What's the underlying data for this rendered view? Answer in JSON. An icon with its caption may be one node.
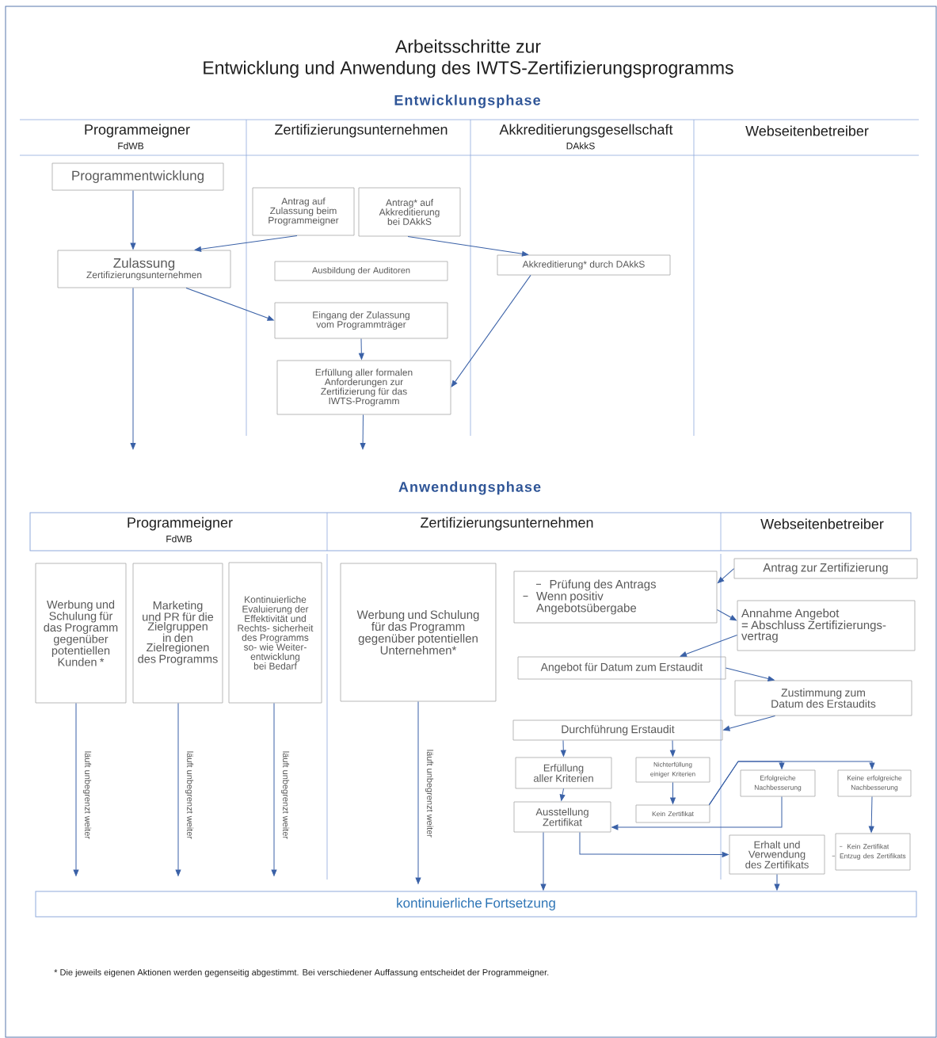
{
  "diagram": {
    "title": "Arbeitsschritte zur Entwicklung und Anwendung des IWTS-Zertifizierungsprogramms",
    "nodes": [
      {
        "text": [
          "Programmentwicklung"
        ]
      },
      {
        "text": [
          "Zulassung",
          "Zertifizierungsunternehmen"
        ]
      },
      {
        "text": [
          "Antrag auf Zulassung beim Programmeigner"
        ]
      },
      {
        "text": [
          "Antrag* auf Akkreditierung bei DAkkS"
        ]
      },
      {
        "text": [
          "Ausbildung der Auditoren"
        ]
      },
      {
        "text": [
          "Akkreditierung* durch DAkkS"
        ]
      },
      {
        "text": [
          "Eingang der Zulassung vom Programmträger"
        ]
      },
      {
        "text": [
          "Erfüllung aller formalen Anforderungen zur Zertifizierung für das IWTS-Programm"
        ]
      },
      {
        "text": [
          "Werbung und Schulung für das Programm gegenüber potentiellen Kunden *"
        ]
      },
      {
        "text": [
          "Marketing und PR für die Zielgruppen in den Zielregionen des Programms"
        ]
      },
      {
        "text": [
          "Kontinuierliche Evaluierung der Effektivität und Rechts- sicherheit des Programms so- wie Weiter- entwicklung bei Bedarf"
        ]
      },
      {
        "text": [
          "Werbung und Schulung für das Programm gegenüber potentiellen Unternehmen*"
        ]
      },
      {
        "text": [
          "kontinuierliche Fortsetzung"
        ]
      },
      {
        "text": [
          "Prüfung des Antrags",
          "Wenn positiv Angebotsübergabe"
        ]
      },
      {
        "text": [
          "Antrag zur Zertifizierung"
        ]
      },
      {
        "text": [
          "Annahme Angebot",
          "= Abschluss Zertifizierungs- vertrag"
        ]
      },
      {
        "text": [
          "Angebot für Datum zum Erstaudit"
        ]
      },
      {
        "text": [
          "Zustimmung zum Datum des Erstaudits"
        ]
      },
      {
        "text": [
          "Durchführung Erstaudit"
        ]
      },
      {
        "text": [
          "Erfüllung aller Kriterien"
        ]
      },
      {
        "text": [
          "Nichterfüllung einiger Kriterien"
        ]
      },
      {
        "text": [
          "Erfolgreiche Nachbesserung"
        ]
      },
      {
        "text": [
          "Keine erfolgreiche Nachbesserung"
        ]
      },
      {
        "text": [
          "Ausstellung Zertifikat"
        ]
      },
      {
        "text": [
          "Kein Zertifikat"
        ]
      },
      {
        "text": [
          "Erhalt und Verwendung des Zertifikats"
        ]
      },
      {
        "text": [
          "Kein Zertifikat",
          "Entzug des Zertifikats"
        ]
      }
    ],
    "edges": [
      {
        "from": 0,
        "to": 1,
        "arrow": "to"
      },
      {
        "from": 2,
        "to": 1,
        "arrow": "to"
      },
      {
        "from": 3,
        "to": 5,
        "arrow": "to"
      },
      {
        "from": 1,
        "to": 6,
        "arrow": "to"
      },
      {
        "from": 6,
        "to": 7,
        "arrow": "to"
      },
      {
        "from": 5,
        "to": 7,
        "arrow": "to"
      },
      {
        "from": 1,
        "to": null,
        "arrow": "to"
      },
      {
        "from": 7,
        "to": null,
        "arrow": "to"
      },
      {
        "from": 8,
        "to": 12,
        "arrow": "to",
        "label": "läuft unbegrenzt weiter"
      },
      {
        "from": 9,
        "to": 12,
        "arrow": "to",
        "label": "läuft unbegrenzt weiter"
      },
      {
        "from": 10,
        "to": 12,
        "arrow": "to",
        "label": "läuft unbegrenzt weiter"
      },
      {
        "from": 11,
        "to": 12,
        "arrow": "to",
        "label": "läuft unbegrenzt weiter"
      },
      {
        "from": 14,
        "to": 13,
        "arrow": "to"
      },
      {
        "from": 13,
        "to": 15,
        "arrow": "to"
      },
      {
        "from": 15,
        "to": 16,
        "arrow": "to"
      },
      {
        "from": 16,
        "to": 17,
        "arrow": "to"
      },
      {
        "from": 17,
        "to": 18,
        "arrow": "to"
      },
      {
        "from": 18,
        "to": 19,
        "arrow": "to"
      },
      {
        "from": 18,
        "to": 20,
        "arrow": "to"
      },
      {
        "from": 20,
        "to": 24,
        "arrow": "to"
      },
      {
        "from": 24,
        "to": 21,
        "arrow": "to"
      },
      {
        "from": 24,
        "to": 22,
        "arrow": "to"
      },
      {
        "from": 19,
        "to": 23,
        "arrow": "to"
      },
      {
        "from": 21,
        "to": 23,
        "arrow": "to"
      },
      {
        "from": 22,
        "to": 26,
        "arrow": "to"
      },
      {
        "from": 23,
        "to": 12,
        "arrow": "to"
      },
      {
        "from": 23,
        "to": 25,
        "arrow": "to"
      },
      {
        "from": 25,
        "to": 12,
        "arrow": "to"
      }
    ],
    "labels": [
      "Entwicklungsphase",
      "Programmeigner",
      "FdWB",
      "Zertifizierungsunternehmen",
      "Akkreditierungsgesellschaft",
      "DAkkS",
      "Webseitenbetreiber",
      "Anwendungsphase",
      "Programmeigner",
      "FdWB",
      "Zertifizierungsunternehmen",
      "Webseitenbetreiber",
      "* Die jeweils eigenen Aktionen werden gegenseitig abgestimmt. Bei verschiedener Auffassung entscheidet der Programmeigner."
    ]
  }
}
